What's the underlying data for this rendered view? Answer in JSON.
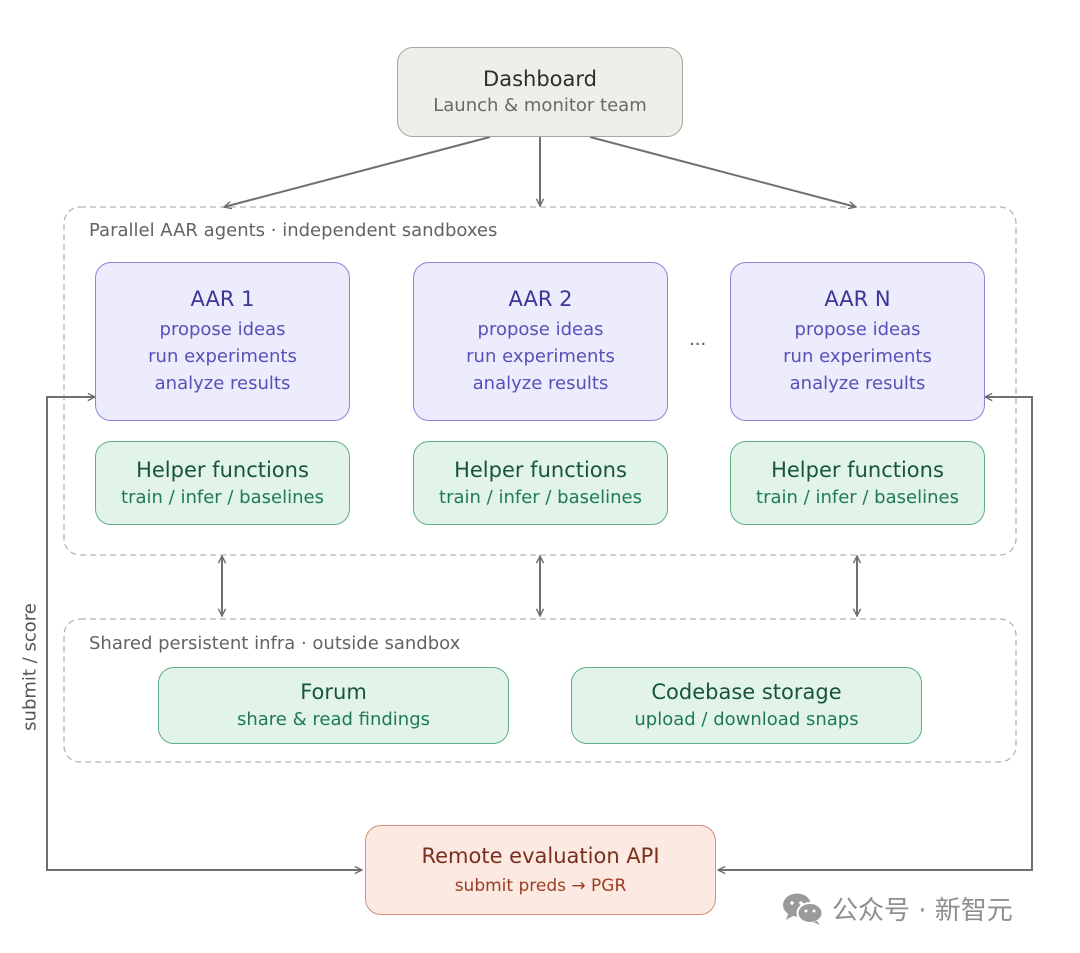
{
  "dashboard": {
    "title": "Dashboard",
    "subtitle": "Launch & monitor team"
  },
  "sandbox_group": {
    "label": "Parallel AAR agents · independent sandboxes"
  },
  "agents": [
    {
      "title": "AAR 1",
      "lines": [
        "propose ideas",
        "run experiments",
        "analyze results"
      ]
    },
    {
      "title": "AAR 2",
      "lines": [
        "propose ideas",
        "run experiments",
        "analyze results"
      ]
    },
    {
      "title": "AAR N",
      "lines": [
        "propose ideas",
        "run experiments",
        "analyze results"
      ]
    }
  ],
  "ellipsis": "···",
  "helpers": [
    {
      "title": "Helper functions",
      "subtitle": "train / infer / baselines"
    },
    {
      "title": "Helper functions",
      "subtitle": "train / infer / baselines"
    },
    {
      "title": "Helper functions",
      "subtitle": "train / infer / baselines"
    }
  ],
  "infra_group": {
    "label": "Shared persistent infra · outside sandbox"
  },
  "forum": {
    "title": "Forum",
    "subtitle": "share & read findings"
  },
  "codebase": {
    "title": "Codebase storage",
    "subtitle": "upload / download snaps"
  },
  "eval": {
    "title": "Remote evaluation API",
    "subtitle": "submit preds → PGR"
  },
  "side_label": "submit / score",
  "watermark": "公众号 · 新智元",
  "colors": {
    "arrow": "#707070",
    "group_border": "#b5b5b5",
    "aar_fill": "#ececfc",
    "green_fill": "#e2f4ea",
    "eval_fill": "#fbe9e2",
    "dashboard_fill": "#efeee8"
  }
}
